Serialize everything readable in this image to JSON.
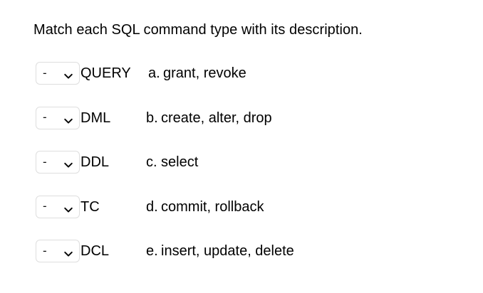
{
  "page": {
    "background_color": "#ffffff",
    "text_color": "#000000"
  },
  "question": {
    "prompt": "Match each SQL command type with its description."
  },
  "select_control": {
    "selected_value": "-",
    "chevron_icon": "chevron-down-icon",
    "border_color": "#dedede",
    "options": [
      "-",
      "a.",
      "b.",
      "c.",
      "d.",
      "e."
    ]
  },
  "rows": [
    {
      "term": "QUERY",
      "selected": "-",
      "marker": "a.",
      "description": "grant, revoke"
    },
    {
      "term": "DML",
      "selected": "-",
      "marker": "b.",
      "description": "create, alter, drop"
    },
    {
      "term": "DDL",
      "selected": "-",
      "marker": "c.",
      "description": "select"
    },
    {
      "term": "TC",
      "selected": "-",
      "marker": "d.",
      "description": "commit, rollback"
    },
    {
      "term": "DCL",
      "selected": "-",
      "marker": "e.",
      "description": "insert, update, delete"
    }
  ]
}
